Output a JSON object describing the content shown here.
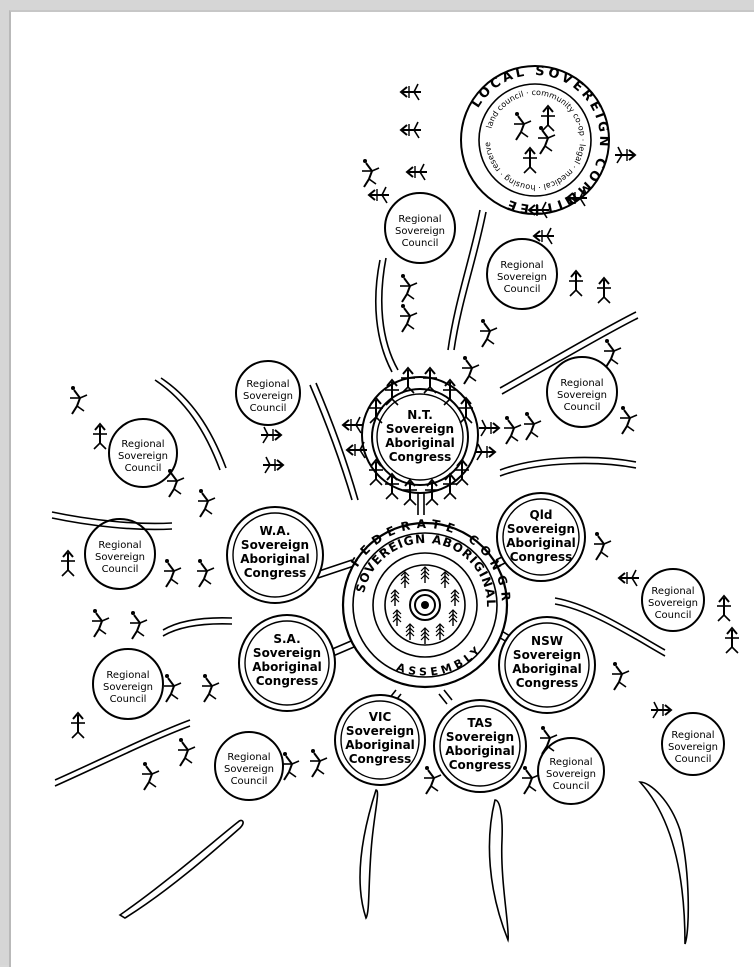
{
  "local_committee": {
    "outer_text": "LOCAL SOVEREIGN COMMITTEE",
    "inner_text": "land council · community co-op · legal · medical · housing · reserve",
    "inner_words": [
      "land",
      "council",
      "community",
      "co-op",
      "legal",
      "medical",
      "housing",
      "reserve"
    ]
  },
  "federal": {
    "ring_text": "FEDERATE CONGRESS",
    "inner_text": "SOVEREIGN ABORIGINAL",
    "lower_text": "ASSEMBLY"
  },
  "congresses": [
    {
      "id": "nt",
      "lines": [
        "N.T.",
        "Sovereign",
        "Aboriginal",
        "Congress"
      ]
    },
    {
      "id": "wa",
      "lines": [
        "W.A.",
        "Sovereign",
        "Aboriginal",
        "Congress"
      ]
    },
    {
      "id": "sa",
      "lines": [
        "S.A.",
        "Sovereign",
        "Aboriginal",
        "Congress"
      ]
    },
    {
      "id": "vic",
      "lines": [
        "VIC",
        "Sovereign",
        "Aboriginal",
        "Congress"
      ]
    },
    {
      "id": "tas",
      "lines": [
        "TAS",
        "Sovereign",
        "Aboriginal",
        "Congress"
      ]
    },
    {
      "id": "nsw",
      "lines": [
        "NSW",
        "Sovereign",
        "Aboriginal",
        "Congress"
      ]
    },
    {
      "id": "qld",
      "lines": [
        "Qld",
        "Sovereign",
        "Aboriginal",
        "Congress"
      ]
    }
  ],
  "regional_councils": [
    {
      "id": "top-left",
      "lines": [
        "Regional",
        "Sovereign",
        "Council"
      ]
    },
    {
      "id": "top-right",
      "lines": [
        "Regional",
        "Sovereign",
        "Council"
      ]
    },
    {
      "id": "right",
      "lines": [
        "Regional",
        "Sovereign",
        "Council"
      ]
    },
    {
      "id": "mid",
      "lines": [
        "Regional",
        "Sovereign",
        "Council"
      ]
    },
    {
      "id": "left",
      "lines": [
        "Regional",
        "Sovereign",
        "Council"
      ]
    },
    {
      "id": "wa",
      "lines": [
        "Regional",
        "Sovereign",
        "Council"
      ]
    },
    {
      "id": "sa",
      "lines": [
        "Regional",
        "Sovereign",
        "Council"
      ]
    },
    {
      "id": "vic",
      "lines": [
        "Regional",
        "Sovereign",
        "Council"
      ]
    },
    {
      "id": "tas",
      "lines": [
        "Regional",
        "Sovereign",
        "Council"
      ]
    },
    {
      "id": "qld",
      "lines": [
        "Regional",
        "Sovereign",
        "Council"
      ]
    },
    {
      "id": "nsw",
      "lines": [
        "Regional",
        "Sovereign",
        "Council"
      ]
    }
  ],
  "colors": {
    "ink": "#000000",
    "paper": "#ffffff",
    "frame": "#d6d6d6"
  }
}
